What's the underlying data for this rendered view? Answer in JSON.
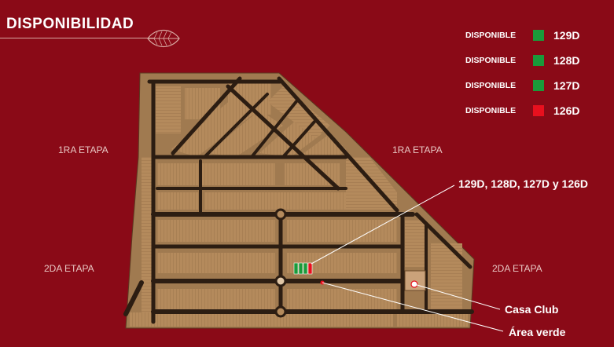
{
  "header": {
    "title": "DISPONIBILIDAD"
  },
  "legend": [
    {
      "status": "DISPONIBLE",
      "code": "129D",
      "color": "#1a9a3a"
    },
    {
      "status": "DISPONIBLE",
      "code": "128D",
      "color": "#1a9a3a"
    },
    {
      "status": "DISPONIBLE",
      "code": "127D",
      "color": "#1a9a3a"
    },
    {
      "status": "DISPONIBLE",
      "code": "126D",
      "color": "#e8101e"
    }
  ],
  "stages": {
    "first_left": "1RA ETAPA",
    "first_right": "1RA ETAPA",
    "second_left": "2DA ETAPA",
    "second_right": "2DA ETAPA"
  },
  "callouts": {
    "lots": "129D, 128D, 127D y 126D",
    "club": "Casa Club",
    "green": "Área verde"
  },
  "map": {
    "lot_color": "#b48a5c",
    "road_color": "#2c1d12",
    "block_color": "#a07a50"
  }
}
